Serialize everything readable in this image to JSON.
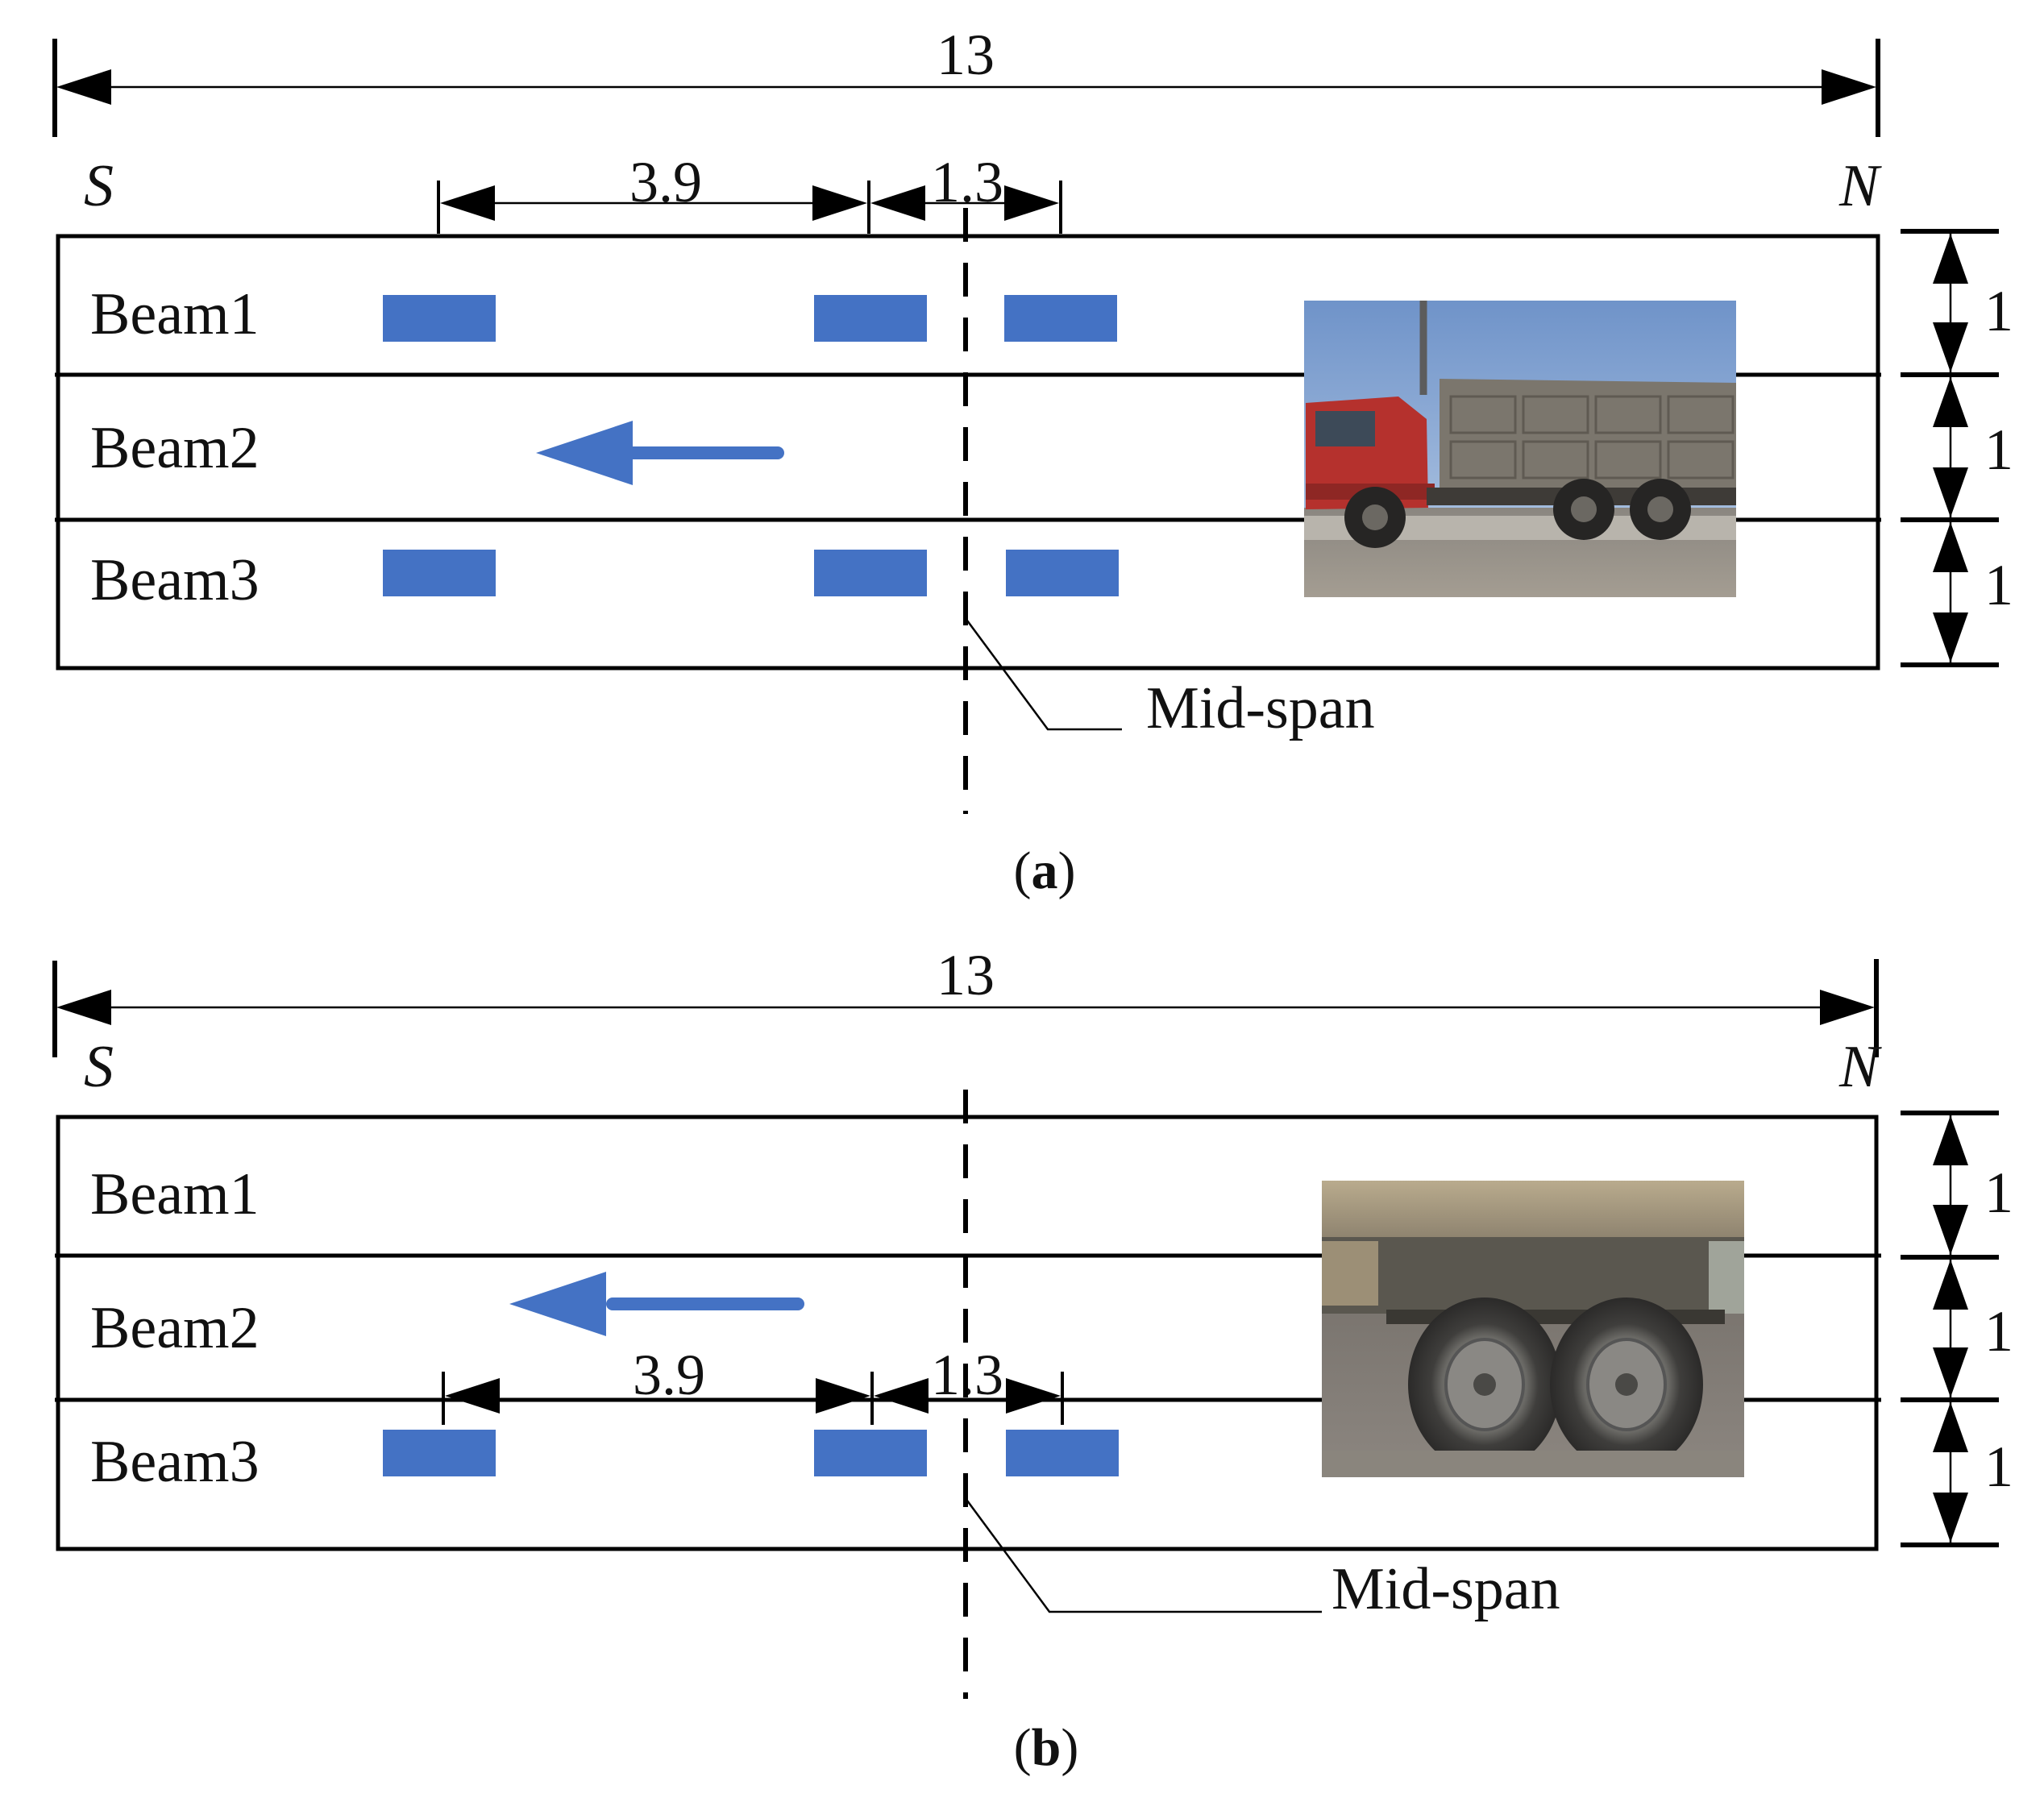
{
  "colors": {
    "line": "#000000",
    "axle_block": "#4472C4",
    "arrow": "#4472C4"
  },
  "panel_a": {
    "caption_open": "(",
    "caption_letter": "a",
    "caption_close": ")",
    "span_length": "13",
    "south": "S",
    "north": "N",
    "axle_spacing_1": "3.9",
    "axle_spacing_2": "1.3",
    "beams": [
      "Beam1",
      "Beam2",
      "Beam3"
    ],
    "beam_widths": [
      "1",
      "1",
      "1"
    ],
    "midspan_label": "Mid-span",
    "photo_icon": "dump-truck-photo"
  },
  "panel_b": {
    "caption_open": "(",
    "caption_letter": "b",
    "caption_close": ")",
    "span_length": "13",
    "south": "S",
    "north": "N",
    "axle_spacing_1": "3.9",
    "axle_spacing_2": "1.3",
    "beams": [
      "Beam1",
      "Beam2",
      "Beam3"
    ],
    "beam_widths": [
      "1",
      "1",
      "1"
    ],
    "midspan_label": "Mid-span",
    "photo_icon": "truck-wheels-photo"
  }
}
